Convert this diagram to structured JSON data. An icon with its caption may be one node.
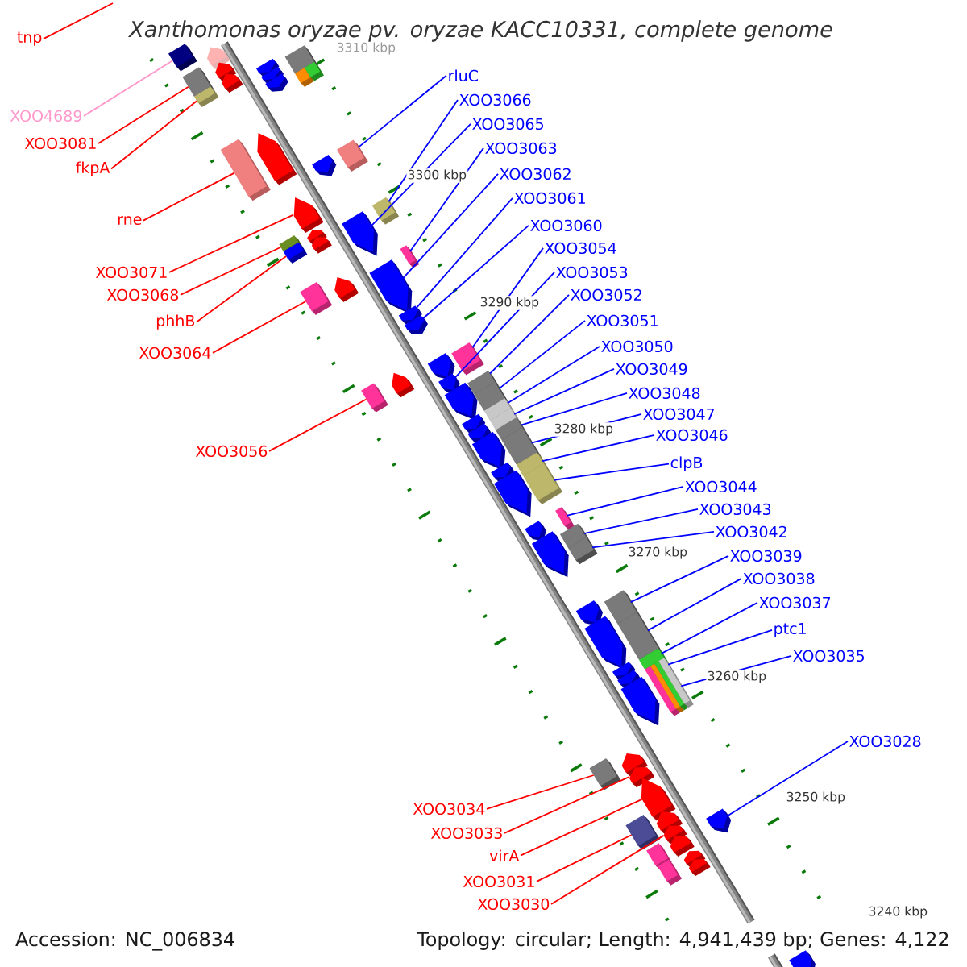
{
  "diagram": {
    "title": "Xanthomonas oryzae pv. oryzae KACC10331, complete genome",
    "nodes": [
      {
        "text": [
          "tnp"
        ]
      },
      {
        "text": [
          "XOO4689"
        ]
      },
      {
        "text": [
          "XOO3081"
        ]
      },
      {
        "text": [
          "fkpA"
        ]
      },
      {
        "text": [
          "rne"
        ]
      },
      {
        "text": [
          "XOO3071"
        ]
      },
      {
        "text": [
          "XOO3068"
        ]
      },
      {
        "text": [
          "phhB"
        ]
      },
      {
        "text": [
          "XOO3064"
        ]
      },
      {
        "text": [
          "XOO3056"
        ]
      },
      {
        "text": [
          "XOO3034"
        ]
      },
      {
        "text": [
          "XOO3033"
        ]
      },
      {
        "text": [
          "virA"
        ]
      },
      {
        "text": [
          "XOO3031"
        ]
      },
      {
        "text": [
          "XOO3030"
        ]
      },
      {
        "text": [
          "rluC"
        ]
      },
      {
        "text": [
          "XOO3066"
        ]
      },
      {
        "text": [
          "XOO3065"
        ]
      },
      {
        "text": [
          "XOO3063"
        ]
      },
      {
        "text": [
          "XOO3062"
        ]
      },
      {
        "text": [
          "XOO3061"
        ]
      },
      {
        "text": [
          "XOO3060"
        ]
      },
      {
        "text": [
          "XOO3054"
        ]
      },
      {
        "text": [
          "XOO3053"
        ]
      },
      {
        "text": [
          "XOO3052"
        ]
      },
      {
        "text": [
          "XOO3051"
        ]
      },
      {
        "text": [
          "XOO3050"
        ]
      },
      {
        "text": [
          "XOO3049"
        ]
      },
      {
        "text": [
          "XOO3048"
        ]
      },
      {
        "text": [
          "XOO3047"
        ]
      },
      {
        "text": [
          "XOO3046"
        ]
      },
      {
        "text": [
          "clpB"
        ]
      },
      {
        "text": [
          "XOO3044"
        ]
      },
      {
        "text": [
          "XOO3043"
        ]
      },
      {
        "text": [
          "XOO3042"
        ]
      },
      {
        "text": [
          "XOO3039"
        ]
      },
      {
        "text": [
          "XOO3038"
        ]
      },
      {
        "text": [
          "XOO3037"
        ]
      },
      {
        "text": [
          "ptc1"
        ]
      },
      {
        "text": [
          "XOO3035"
        ]
      },
      {
        "text": [
          "XOO3028"
        ]
      },
      {
        "text": [],
        "shape": "box"
      },
      {
        "text": [],
        "shape": "pentagon"
      },
      {
        "text": [],
        "shape": "box"
      },
      {
        "text": [],
        "shape": "pentagon"
      },
      {
        "text": [],
        "shape": "pentagon"
      },
      {
        "text": [],
        "shape": "box"
      },
      {
        "text": [],
        "shape": "pentagon"
      },
      {
        "text": [],
        "shape": "box"
      },
      {
        "text": [],
        "shape": "pentagon"
      },
      {
        "text": [],
        "shape": "pentagon"
      },
      {
        "text": [],
        "shape": "box"
      },
      {
        "text": [],
        "shape": "box"
      },
      {
        "text": [],
        "shape": "box"
      },
      {
        "text": [],
        "shape": "pentagon"
      },
      {
        "text": [],
        "shape": "pentagon"
      },
      {
        "text": [],
        "shape": "box"
      },
      {
        "text": [],
        "shape": "pentagon"
      },
      {
        "text": [],
        "shape": "box"
      },
      {
        "text": [],
        "shape": "pentagon"
      },
      {
        "text": [],
        "shape": "box"
      },
      {
        "text": [],
        "shape": "pentagon"
      },
      {
        "text": [],
        "shape": "box"
      },
      {
        "text": [],
        "shape": "pentagon"
      },
      {
        "text": [],
        "shape": "box"
      },
      {
        "text": [],
        "shape": "pentagon"
      },
      {
        "text": [],
        "shape": "box"
      },
      {
        "text": [],
        "shape": "pentagon"
      },
      {
        "text": [],
        "shape": "pentagon"
      },
      {
        "text": [],
        "shape": "pentagon"
      },
      {
        "text": [],
        "shape": "box"
      },
      {
        "text": [],
        "shape": "pentagon"
      },
      {
        "text": [],
        "shape": "pentagon"
      },
      {
        "text": [],
        "shape": "box"
      },
      {
        "text": [],
        "shape": "pentagon"
      },
      {
        "text": [],
        "shape": "pentagon"
      },
      {
        "text": [],
        "shape": "box"
      },
      {
        "text": [],
        "shape": "box"
      },
      {
        "text": [],
        "shape": "pentagon"
      },
      {
        "text": [],
        "shape": "box"
      },
      {
        "text": [],
        "shape": "pentagon"
      },
      {
        "text": [],
        "shape": "box"
      },
      {
        "text": [],
        "shape": "pentagon"
      },
      {
        "text": [],
        "shape": "box"
      },
      {
        "text": [],
        "shape": "box"
      },
      {
        "text": [],
        "shape": "pentagon"
      },
      {
        "text": [],
        "shape": "box"
      },
      {
        "text": [],
        "shape": "pentagon"
      },
      {
        "text": [],
        "shape": "box"
      },
      {
        "text": [],
        "shape": "pentagon"
      },
      {
        "text": [],
        "shape": "box"
      },
      {
        "text": [],
        "shape": "pentagon"
      },
      {
        "text": [],
        "shape": "box"
      },
      {
        "text": [],
        "shape": "box"
      },
      {
        "text": [],
        "shape": "pentagon"
      },
      {
        "text": [],
        "shape": "box"
      },
      {
        "text": [],
        "shape": "pentagon"
      },
      {
        "text": [],
        "shape": "box"
      },
      {
        "text": [],
        "shape": "pentagon"
      },
      {
        "text": [],
        "shape": "box"
      },
      {
        "text": [],
        "shape": "pentagon"
      },
      {
        "text": [],
        "shape": "box"
      },
      {
        "text": [],
        "shape": "box"
      },
      {
        "text": [],
        "shape": "box"
      },
      {
        "text": [],
        "shape": "box"
      },
      {
        "text": [],
        "shape": "box"
      },
      {
        "text": [],
        "shape": "pentagon"
      },
      {
        "text": [],
        "shape": "box"
      },
      {
        "text": [],
        "shape": "pentagon"
      },
      {
        "text": [],
        "shape": "pentagon"
      },
      {
        "text": [],
        "shape": "pentagon"
      },
      {
        "text": [],
        "shape": "box"
      },
      {
        "text": [],
        "shape": "pentagon"
      },
      {
        "text": [],
        "shape": "pentagon"
      },
      {
        "text": [],
        "shape": "box"
      },
      {
        "text": [],
        "shape": "pentagon"
      },
      {
        "text": [],
        "shape": "pentagon"
      },
      {
        "text": [],
        "shape": "box"
      },
      {
        "text": [],
        "shape": "pentagon"
      },
      {
        "text": [],
        "shape": "pentagon"
      },
      {
        "text": [],
        "shape": "pentagon"
      }
    ],
    "edges": [
      {
        "from": 0,
        "to": null,
        "arrow": "none",
        "color": "#ff0000"
      },
      {
        "from": 1,
        "to": 41,
        "arrow": "none",
        "color": "#ff99cc"
      },
      {
        "from": 2,
        "to": 43,
        "arrow": "none",
        "color": "#ff0000"
      },
      {
        "from": 3,
        "to": 46,
        "arrow": "none",
        "color": "#ff0000"
      },
      {
        "from": 4,
        "to": 53,
        "arrow": "none",
        "color": "#ff0000"
      },
      {
        "from": 5,
        "to": 57,
        "arrow": "none",
        "color": "#ff0000"
      },
      {
        "from": 6,
        "to": 58,
        "arrow": "none",
        "color": "#ff0000"
      },
      {
        "from": 7,
        "to": 60,
        "arrow": "none",
        "color": "#ff0000"
      },
      {
        "from": 8,
        "to": 64,
        "arrow": "none",
        "color": "#ff0000"
      },
      {
        "from": 9,
        "to": 70,
        "arrow": "none",
        "color": "#ff0000"
      },
      {
        "from": 10,
        "to": 107,
        "arrow": "none",
        "color": "#ff0000"
      },
      {
        "from": 11,
        "to": 109,
        "arrow": "none",
        "color": "#ff0000"
      },
      {
        "from": 12,
        "to": 110,
        "arrow": "none",
        "color": "#ff0000"
      },
      {
        "from": 13,
        "to": 111,
        "arrow": "none",
        "color": "#ff0000"
      },
      {
        "from": 14,
        "to": 113,
        "arrow": "none",
        "color": "#ff0000"
      },
      {
        "from": 15,
        "to": 56,
        "arrow": "none"
      },
      {
        "from": 16,
        "to": 62,
        "arrow": "none"
      },
      {
        "from": 17,
        "to": 63,
        "arrow": "none"
      },
      {
        "from": 18,
        "to": 66,
        "arrow": "none"
      },
      {
        "from": 19,
        "to": 67,
        "arrow": "none"
      },
      {
        "from": 20,
        "to": 68,
        "arrow": "none"
      },
      {
        "from": 21,
        "to": 69,
        "arrow": "none"
      },
      {
        "from": 22,
        "to": 73,
        "arrow": "none"
      },
      {
        "from": 23,
        "to": 74,
        "arrow": "none"
      },
      {
        "from": 24,
        "to": 76,
        "arrow": "none"
      },
      {
        "from": 25,
        "to": 77,
        "arrow": "none"
      },
      {
        "from": 26,
        "to": 79,
        "arrow": "none"
      },
      {
        "from": 27,
        "to": 81,
        "arrow": "none"
      },
      {
        "from": 28,
        "to": 83,
        "arrow": "none"
      },
      {
        "from": 29,
        "to": 84,
        "arrow": "none"
      },
      {
        "from": 30,
        "to": 86,
        "arrow": "none"
      },
      {
        "from": 31,
        "to": 88,
        "arrow": "none"
      },
      {
        "from": 32,
        "to": 90,
        "arrow": "none"
      },
      {
        "from": 33,
        "to": 92,
        "arrow": "none"
      },
      {
        "from": 34,
        "to": 93,
        "arrow": "none"
      },
      {
        "from": 35,
        "to": 95,
        "arrow": "none"
      },
      {
        "from": 36,
        "to": 97,
        "arrow": "none"
      },
      {
        "from": 37,
        "to": 99,
        "arrow": "none"
      },
      {
        "from": 38,
        "to": 104,
        "arrow": "none"
      },
      {
        "from": 39,
        "to": 105,
        "arrow": "none"
      },
      {
        "from": 40,
        "to": 116,
        "arrow": "none"
      }
    ],
    "labels": [
      "3310 kbp",
      "3300 kbp",
      "3290 kbp",
      "3280 kbp",
      "3270 kbp",
      "3260 kbp",
      "3250 kbp",
      "3240 kbp",
      "Accession: NC_006834",
      "Topology: circular; Length: 4,941,439 bp; Genes: 4,122"
    ]
  }
}
